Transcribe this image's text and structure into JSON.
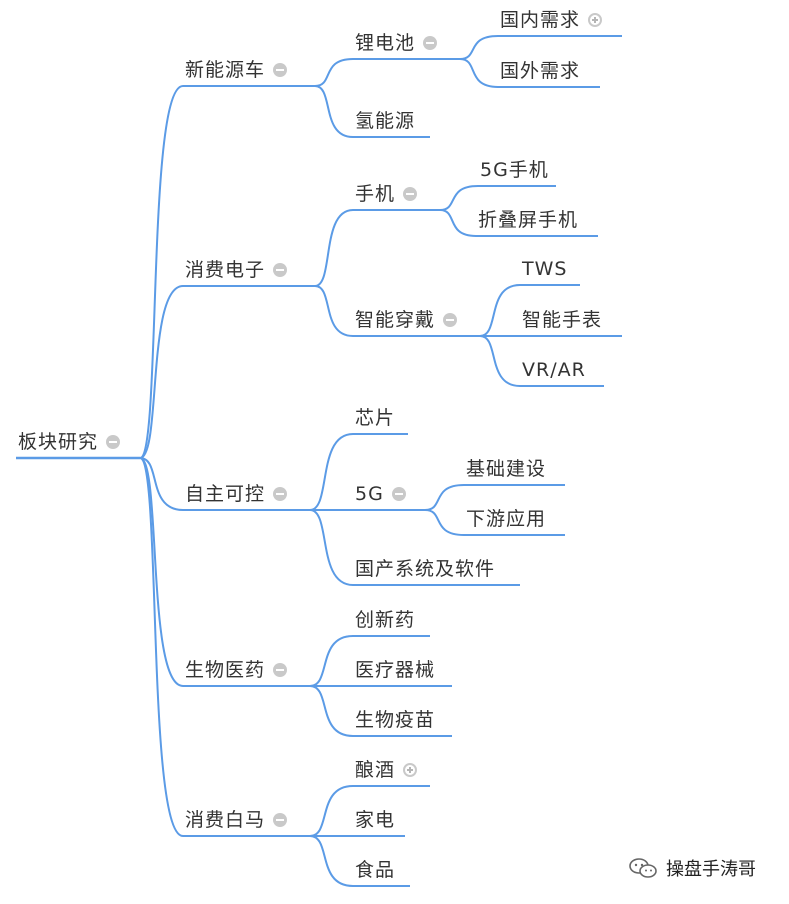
{
  "root": {
    "id": "n0",
    "label": "板块研究",
    "toggle": "minus",
    "children": [
      {
        "id": "n1",
        "label": "新能源车",
        "toggle": "minus",
        "children": [
          {
            "id": "n1a",
            "label": "锂电池",
            "toggle": "minus",
            "children": [
              {
                "id": "n1a1",
                "label": "国内需求",
                "toggle": "plus"
              },
              {
                "id": "n1a2",
                "label": "国外需求"
              }
            ]
          },
          {
            "id": "n1b",
            "label": "氢能源"
          }
        ]
      },
      {
        "id": "n2",
        "label": "消费电子",
        "toggle": "minus",
        "children": [
          {
            "id": "n2a",
            "label": "手机",
            "toggle": "minus",
            "children": [
              {
                "id": "n2a1",
                "label": "5G手机"
              },
              {
                "id": "n2a2",
                "label": "折叠屏手机"
              }
            ]
          },
          {
            "id": "n2b",
            "label": "智能穿戴",
            "toggle": "minus",
            "children": [
              {
                "id": "n2b1",
                "label": "TWS"
              },
              {
                "id": "n2b2",
                "label": "智能手表"
              },
              {
                "id": "n2b3",
                "label": "VR/AR"
              }
            ]
          }
        ]
      },
      {
        "id": "n3",
        "label": "自主可控",
        "toggle": "minus",
        "children": [
          {
            "id": "n3a",
            "label": "芯片"
          },
          {
            "id": "n3b",
            "label": "5G",
            "toggle": "minus",
            "children": [
              {
                "id": "n3b1",
                "label": "基础建设"
              },
              {
                "id": "n3b2",
                "label": "下游应用"
              }
            ]
          },
          {
            "id": "n3c",
            "label": "国产系统及软件"
          }
        ]
      },
      {
        "id": "n4",
        "label": "生物医药",
        "toggle": "minus",
        "children": [
          {
            "id": "n4a",
            "label": "创新药"
          },
          {
            "id": "n4b",
            "label": "医疗器械"
          },
          {
            "id": "n4c",
            "label": "生物疫苗"
          }
        ]
      },
      {
        "id": "n5",
        "label": "消费白马",
        "toggle": "minus",
        "children": [
          {
            "id": "n5a",
            "label": "酿酒",
            "toggle": "plus"
          },
          {
            "id": "n5b",
            "label": "家电"
          },
          {
            "id": "n5c",
            "label": "食品"
          }
        ]
      }
    ]
  },
  "watermark": {
    "text": "操盘手涛哥",
    "icon": "wechat-icon"
  },
  "colors": {
    "line": "#5b9be6",
    "text": "#333333",
    "toggle": "#c9c9c9"
  }
}
